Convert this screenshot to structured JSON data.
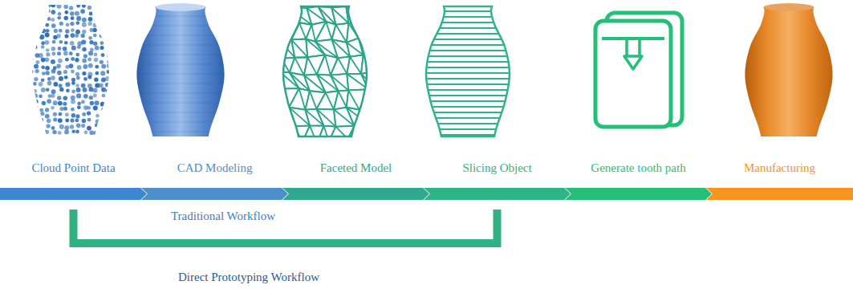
{
  "diagram": {
    "nodes": [
      {
        "text": [
          "Cloud Point Data"
        ]
      },
      {
        "text": [
          "CAD Modeling"
        ]
      },
      {
        "text": [
          "Faceted Model"
        ]
      },
      {
        "text": [
          "Slicing Object"
        ]
      },
      {
        "text": [
          "Generate tooth path"
        ]
      },
      {
        "text": [
          "Manufacturing"
        ]
      }
    ],
    "edges": [
      {
        "from": 0,
        "to": 3,
        "arrow": "none"
      }
    ],
    "labels": [
      "Traditional Workflow",
      "Direct Prototyping Workflow"
    ]
  }
}
